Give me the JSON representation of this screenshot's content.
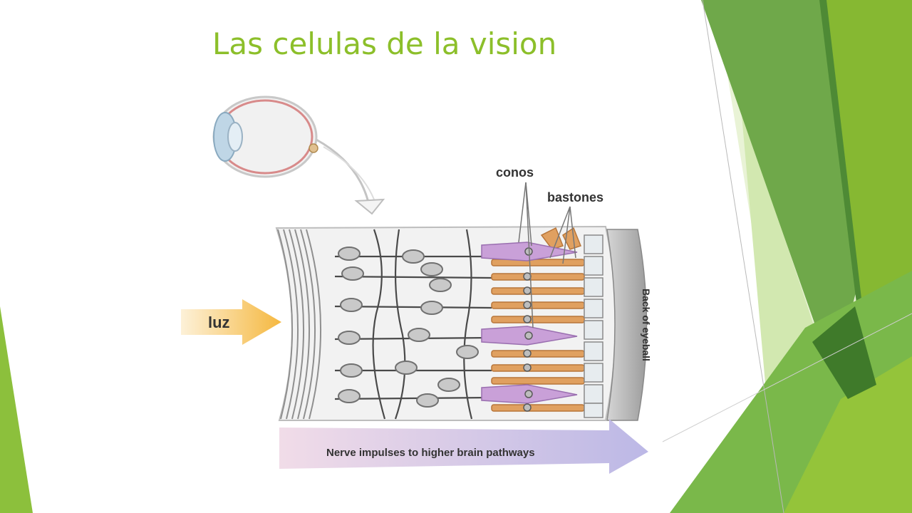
{
  "slide": {
    "title": "Las celulas de la vision",
    "colors": {
      "title": "#8cbf2a",
      "green_dark": "#4e8a35",
      "green_mid": "#6fa84a",
      "green_bright": "#86b832",
      "green_light": "#cde5a8",
      "cone_fill": "#c9a0d8",
      "rod_fill": "#e0a060",
      "light_arrow": "#f5b840",
      "nerve_arrow": "#c8c0e6"
    }
  },
  "diagram": {
    "labels": {
      "cones": "conos",
      "rods": "bastones",
      "light": "luz",
      "back_of_eye": "Back of eyeball",
      "nerve": "Nerve impulses to higher brain pathways"
    },
    "icons": [
      "eye-icon",
      "zoom-arrow-icon",
      "light-arrow-icon",
      "nerve-arrow-icon"
    ]
  }
}
